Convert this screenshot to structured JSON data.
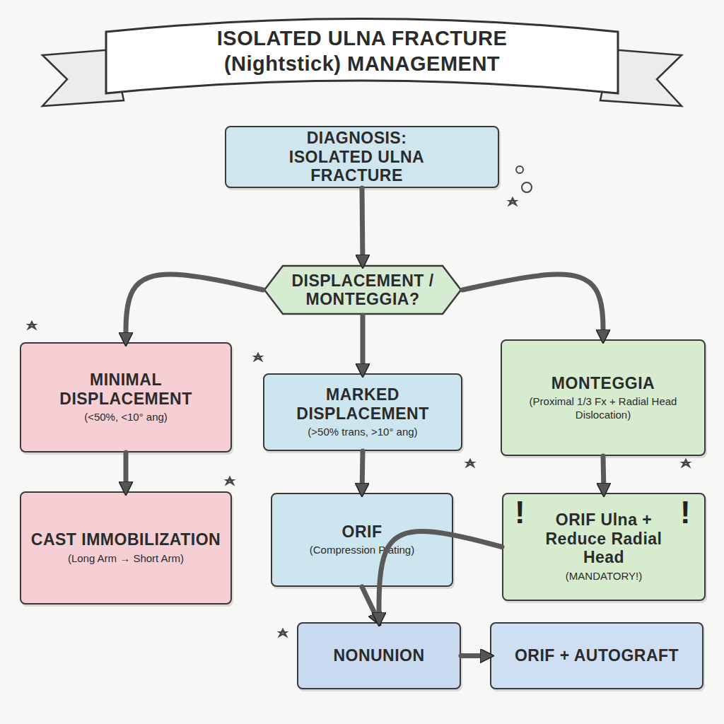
{
  "diagram": {
    "title": "ISOLATED ULNA FRACTURE (Nightstick) MANAGEMENT",
    "nodes": [
      {
        "text": [
          "DIAGNOSIS: ISOLATED ULNA FRACTURE"
        ]
      },
      {
        "text": [
          "DISPLACEMENT / MONTEGGIA?"
        ]
      },
      {
        "text": [
          "MINIMAL DISPLACEMENT",
          "(<50%, <10° ang)"
        ]
      },
      {
        "text": [
          "CAST IMMOBILIZATION",
          "(Long Arm → Short Arm)"
        ]
      },
      {
        "text": [
          "MARKED DISPLACEMENT",
          "(>50% trans, >10° ang)"
        ]
      },
      {
        "text": [
          "ORIF",
          "(Compression Plating)"
        ]
      },
      {
        "text": [
          "MONTEGGIA",
          "(Proximal 1/3 Fx + Radial Head Dislocation)"
        ]
      },
      {
        "text": [
          "ORIF Ulna + Reduce Radial Head",
          "(MANDATORY!)"
        ]
      },
      {
        "text": [
          "NONUNION"
        ]
      },
      {
        "text": [
          "ORIF + AUTOGRAFT"
        ]
      }
    ],
    "edges": [
      {
        "from": 0,
        "to": 1,
        "arrow": "to"
      },
      {
        "from": 1,
        "to": 2,
        "arrow": "to"
      },
      {
        "from": 1,
        "to": 4,
        "arrow": "to"
      },
      {
        "from": 1,
        "to": 6,
        "arrow": "to"
      },
      {
        "from": 2,
        "to": 3,
        "arrow": "to"
      },
      {
        "from": 4,
        "to": 5,
        "arrow": "to"
      },
      {
        "from": 6,
        "to": 7,
        "arrow": "to"
      },
      {
        "from": 5,
        "to": 8,
        "arrow": "to"
      },
      {
        "from": 7,
        "to": 8,
        "arrow": "to"
      },
      {
        "from": 8,
        "to": 9,
        "arrow": "to"
      }
    ],
    "labels": [
      "!",
      "!"
    ]
  }
}
